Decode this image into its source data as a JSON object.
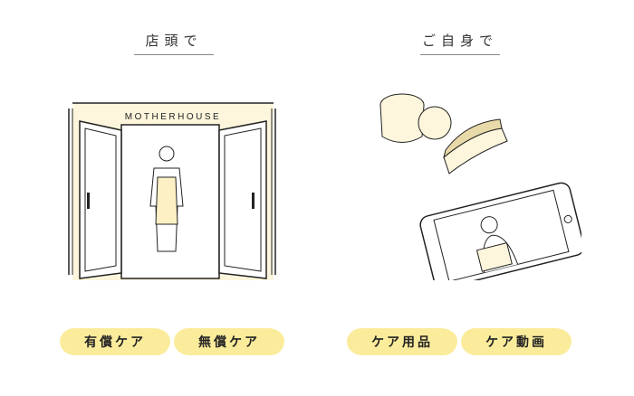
{
  "sections": [
    {
      "heading": "店頭で",
      "logo_text": "MOTHERHOUSE",
      "buttons": [
        "有償ケア",
        "無償ケア"
      ]
    },
    {
      "heading": "ご自身で",
      "buttons": [
        "ケア用品",
        "ケア動画"
      ]
    }
  ],
  "colors": {
    "pill": "#fbec9c",
    "accent": "#fdf6dc"
  }
}
